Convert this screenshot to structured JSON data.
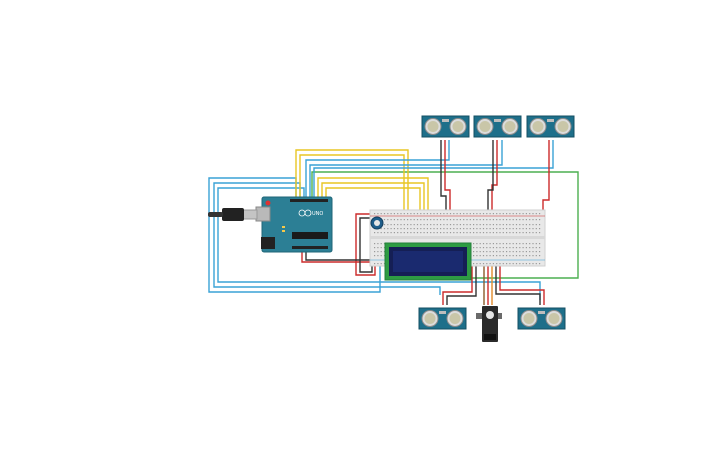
{
  "arduino": {
    "brand_label": "UNO"
  },
  "colors": {
    "background": "#ffffff",
    "pcb_teal": "#2c7f95",
    "sensor_board": "#1e6f8a",
    "transducer": "#c9c6a8",
    "lcd_frame": "#2e9c43",
    "lcd_screen": "#1a2a6f",
    "breadboard": "#e8e8e8",
    "wire_yellow": "#e8c624",
    "wire_blue": "#3aa2d6",
    "wire_red": "#cc2b2b",
    "wire_black": "#333333",
    "wire_green": "#4caf50",
    "servo_body": "#2a2a2a"
  },
  "components": {
    "sensors_top": [
      "ultrasonic-sensor-1",
      "ultrasonic-sensor-2",
      "ultrasonic-sensor-3"
    ],
    "sensors_bottom": [
      "ultrasonic-sensor-4",
      "ultrasonic-sensor-5"
    ],
    "lcd": "lcd-16x2",
    "servo": "servo-motor",
    "potentiometer": "potentiometer",
    "breadboard": "breadboard",
    "usb": "usb-cable"
  }
}
